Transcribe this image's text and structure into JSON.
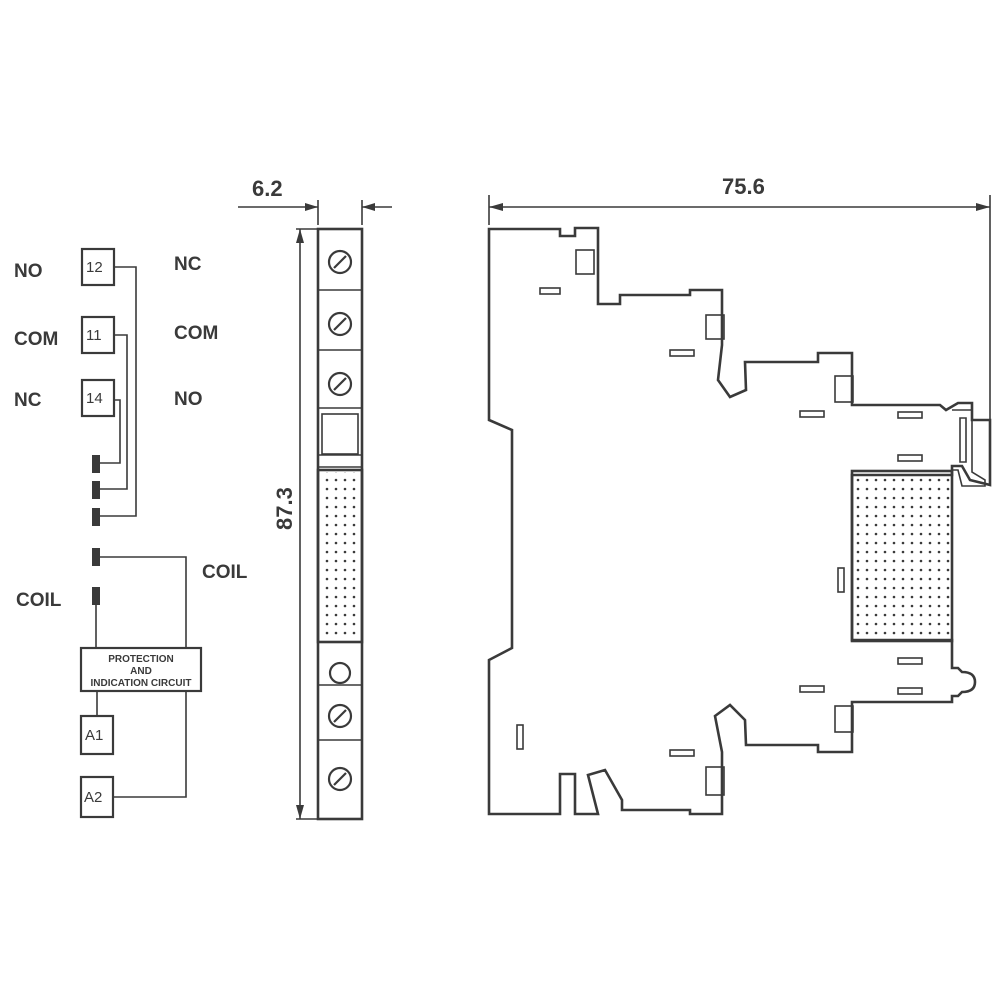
{
  "schematic": {
    "left_labels": [
      "NO",
      "COM",
      "NC"
    ],
    "terminals": [
      "12",
      "11",
      "14"
    ],
    "right_labels": [
      "NC",
      "COM",
      "NO"
    ],
    "coil_left": "COIL",
    "coil_right": "COIL",
    "protection_box": [
      "PROTECTION",
      "AND",
      "INDICATION CIRCUIT"
    ],
    "a1": "A1",
    "a2": "A2"
  },
  "dimensions": {
    "width": "6.2",
    "height": "87.3",
    "depth": "75.6"
  }
}
